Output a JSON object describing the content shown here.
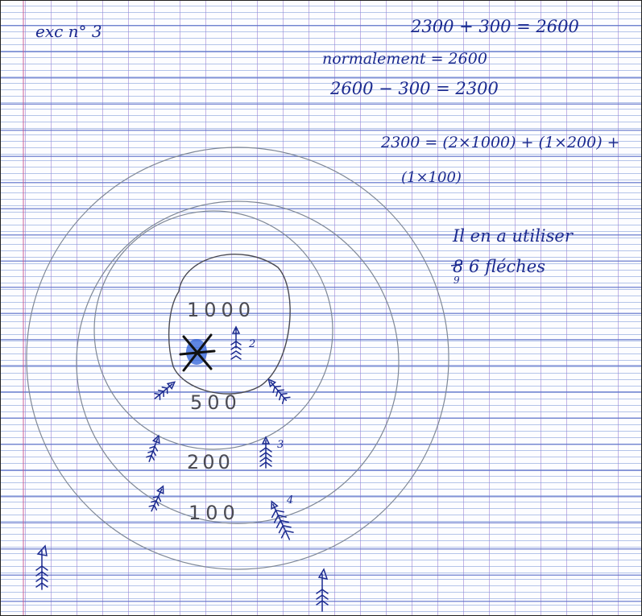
{
  "header": {
    "exercise_label": "exc n° 3"
  },
  "calculations": {
    "line1": "2300 + 300 = 2600",
    "line2": "normalement = 2600",
    "line3": "2600 − 300 = 2300",
    "line4": "2300 = (2×1000) + (1×200) +",
    "line5": "(1×100)"
  },
  "answer": {
    "line1": "Il en a utiliser",
    "line2": "8 6 fléches",
    "crossed_digit": "8",
    "superscript_digit": "9"
  },
  "target": {
    "zone_1000": "1000",
    "zone_500": "500",
    "zone_200": "200",
    "zone_100": "100"
  },
  "arrow_counts": {
    "count_1000": "2",
    "count_200": "3",
    "count_100": "4"
  },
  "colors": {
    "ink": "#1b2a8f",
    "pencil": "#4a4a52",
    "blue_mark": "#2a5ed8"
  }
}
